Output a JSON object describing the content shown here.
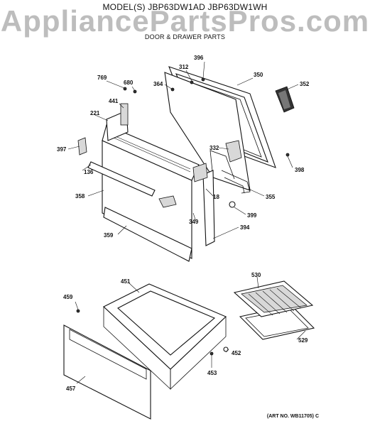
{
  "header": {
    "model_line": "MODEL(S) JBP63DW1AD  JBP63DW1WH",
    "section_title": "DOOR & DRAWER PARTS",
    "watermark": "AppliancePartsPros.com"
  },
  "callouts": {
    "p396": "396",
    "p312": "312",
    "p350": "350",
    "p769": "769",
    "p680": "680",
    "p364": "364",
    "p352": "352",
    "p441": "441",
    "p221": "221",
    "p332": "332",
    "p397": "397",
    "p398": "398",
    "p136": "136",
    "p18": "18",
    "p358": "358",
    "p355": "355",
    "p399": "399",
    "p349": "349",
    "p394": "394",
    "p359": "359",
    "p530": "530",
    "p451": "451",
    "p459": "459",
    "p529": "529",
    "p452": "452",
    "p453": "453",
    "p457": "457"
  },
  "footer": {
    "art_no": "(ART NO. WB11705) C"
  }
}
